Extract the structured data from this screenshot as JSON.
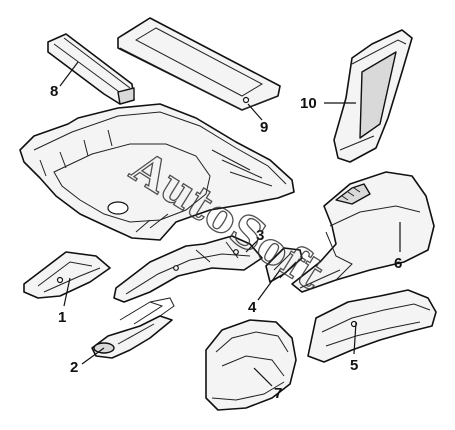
{
  "watermark": "AutoSoft",
  "callouts": {
    "c1": "1",
    "c2": "2",
    "c3": "3",
    "c4": "4",
    "c5": "5",
    "c6": "6",
    "c7": "7",
    "c8": "8",
    "c9": "9",
    "c10": "10"
  },
  "colors": {
    "line": "#111111",
    "fill": "#f4f4f4",
    "background": "#ffffff"
  }
}
